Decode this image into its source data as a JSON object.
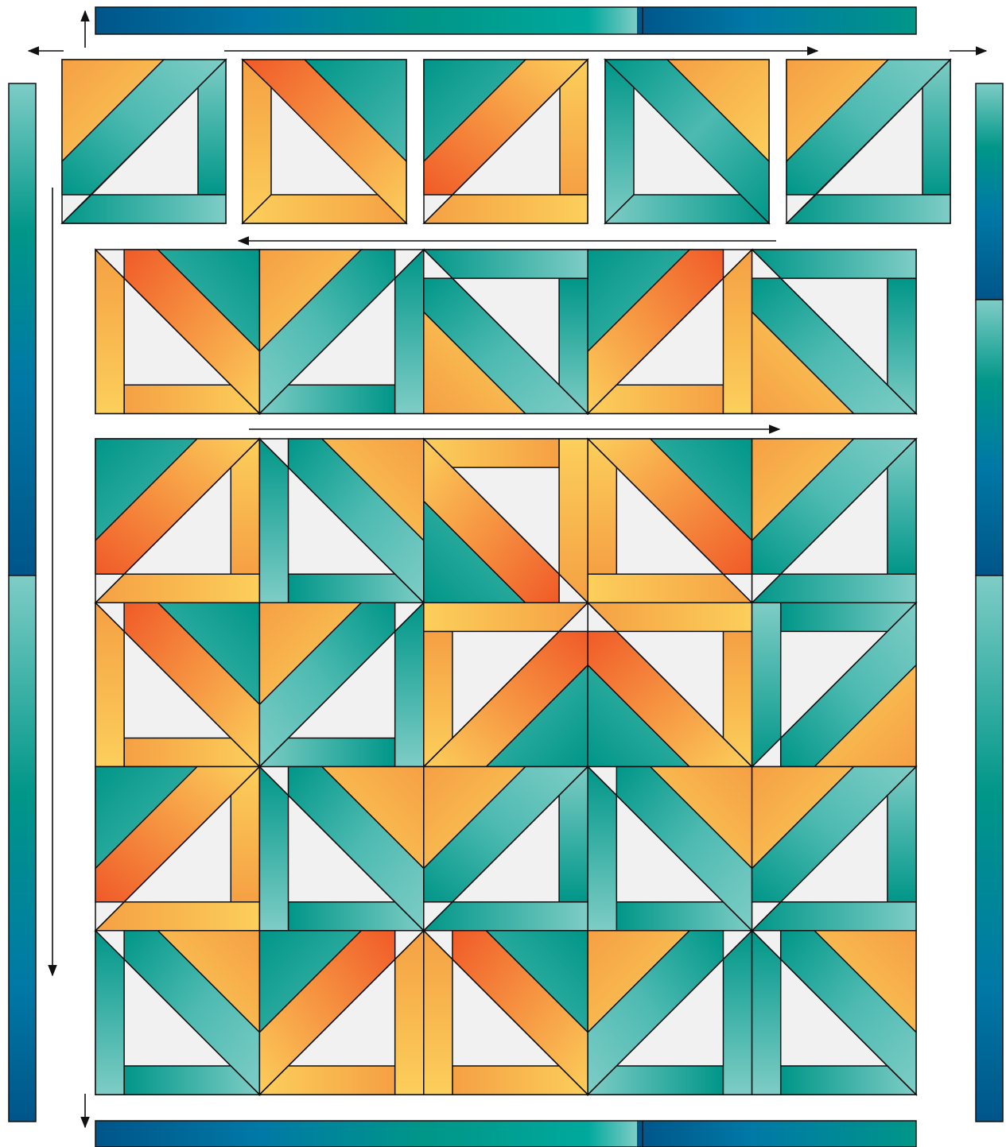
{
  "palette": {
    "teal_dark": "#009688",
    "teal_light": "#7ECDC6",
    "blue": "#0079A6",
    "navy": "#005589",
    "orange_red": "#F05A28",
    "orange": "#F5A043",
    "yellow": "#FCCF5B",
    "background_fabric": "#F1F1F1",
    "outline": "#111111"
  },
  "block_types": {
    "A": {
      "corner": "orange",
      "band": "teal",
      "frame": "teal",
      "description_icon": "diagonal-ne-block"
    },
    "B": {
      "corner": "teal",
      "band": "orange",
      "frame": "orange",
      "description_icon": "diagonal-nw-block"
    },
    "C": {
      "corner": "teal",
      "band": "orange",
      "frame": "orange"
    },
    "D": {
      "corner": "orange",
      "band": "teal",
      "frame": "teal"
    }
  },
  "top_row": [
    "A",
    "B",
    "C",
    "D",
    "A"
  ],
  "second_row": [
    "B2",
    "T1",
    "T2",
    "T3",
    "T4"
  ],
  "grid_rows": 4,
  "grid_cols": 5,
  "borders": {
    "top": "gradient-teal-blue",
    "bottom": "gradient-teal-blue",
    "left": "gradient-blue-teal",
    "right": "gradient-teal-blue"
  },
  "assembly_arrows": [
    {
      "name": "row-1-arrow",
      "direction": "right"
    },
    {
      "name": "row-2-arrow",
      "direction": "left"
    },
    {
      "name": "row-3-arrow",
      "direction": "right"
    },
    {
      "name": "column-arrow",
      "direction": "down"
    }
  ]
}
